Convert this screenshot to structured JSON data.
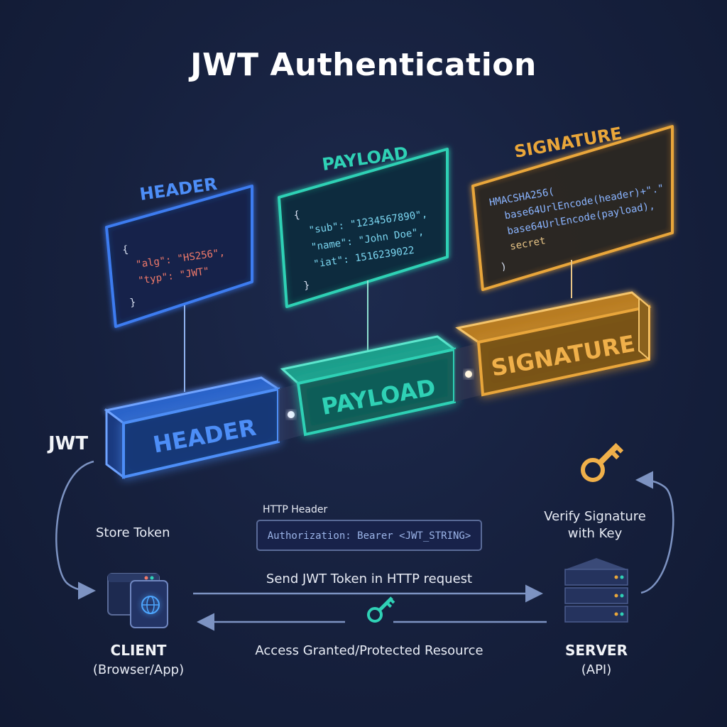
{
  "title": "JWT Authentication",
  "colors": {
    "header": "#3d7cf0",
    "payload": "#2fd1b5",
    "signature": "#e9a63a",
    "background": "#16203d"
  },
  "sections": {
    "header": {
      "label": "HEADER",
      "code": [
        "{",
        "\"alg\": \"HS256\",",
        "\"typ\": \"JWT\"",
        "}"
      ]
    },
    "payload": {
      "label": "PAYLOAD",
      "code": [
        "{",
        "\"sub\": \"1234567890\",",
        "\"name\": \"John Doe\",",
        "\"iat\": 1516239022",
        "}"
      ]
    },
    "signature": {
      "label": "SIGNATURE",
      "code": [
        "HMACSHA256(",
        "base64UrlEncode(header)+\".\"",
        "base64UrlEncode(payload),",
        "secret",
        ")"
      ]
    }
  },
  "token_label": "JWT",
  "flow": {
    "store_token": "Store Token",
    "http_header_label": "HTTP Header",
    "http_header_value": "Authorization: Bearer <JWT_STRING>",
    "send_label": "Send JWT Token in HTTP request",
    "access_label": "Access Granted/Protected Resource",
    "verify_label": "Verify Signature with Key",
    "verify_line1": "Verify Signature",
    "verify_line2": "with Key"
  },
  "client": {
    "name": "CLIENT",
    "sub": "(Browser/App)"
  },
  "server": {
    "name": "SERVER",
    "sub": "(API)"
  }
}
